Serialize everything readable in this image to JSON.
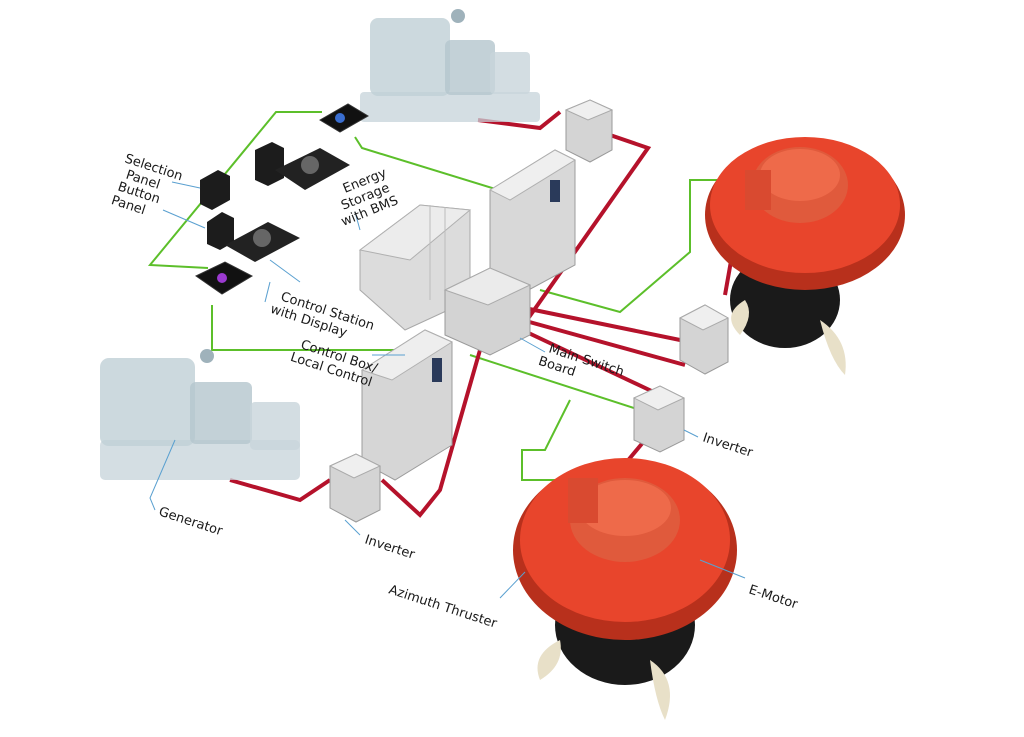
{
  "colors": {
    "power_line": "#b5122b",
    "control_line": "#5cbf2a",
    "leader_line": "#5aa0d0",
    "thruster": "#e8452c",
    "thruster_dark": "#b8301c",
    "machine_ghost": "#c5d3da",
    "cabinet": "#d6d6d6",
    "panel": "#1c1c1c"
  },
  "labels": {
    "selection_panel": {
      "line1": "Selection",
      "line2": "Panel"
    },
    "button_panel": {
      "line1": "Button",
      "line2": "Panel"
    },
    "energy_storage": {
      "line1": "Energy",
      "line2": "Storage",
      "line3": "with BMS"
    },
    "control_station": {
      "line1": "Control Station",
      "line2": "with Display"
    },
    "control_box": {
      "line1": "Control Box/",
      "line2": "Local Control"
    },
    "main_switch_board": {
      "line1": "Main Switch",
      "line2": "Board"
    },
    "inverter_right": "Inverter",
    "inverter_left": "Inverter",
    "generator": "Generator",
    "azimuth_thruster": "Azimuth Thruster",
    "e_motor": "E-Motor"
  }
}
